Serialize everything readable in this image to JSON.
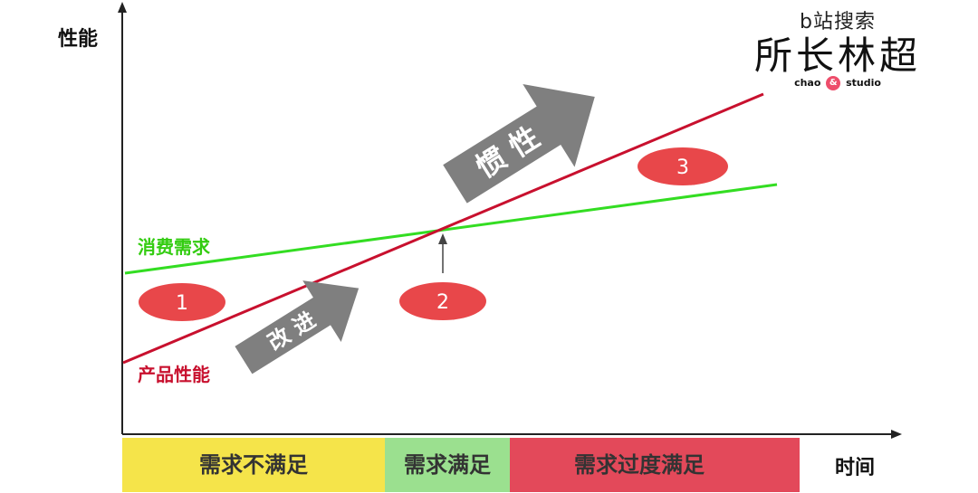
{
  "axes": {
    "y_label": "性能",
    "x_label": "时间"
  },
  "lines": {
    "demand_label": "消费需求",
    "performance_label": "产品性能"
  },
  "arrows": {
    "improve_label": "改 进",
    "inertia_label": "惯 性"
  },
  "markers": {
    "one": "1",
    "two": "2",
    "three": "3"
  },
  "zones": {
    "unmet": "需求不满足",
    "met": "需求满足",
    "over": "需求过度满足"
  },
  "brand": {
    "top": "b站搜索",
    "main": "所长林超",
    "sub_left": "chao",
    "sub_amp": "&",
    "sub_right": "studio"
  },
  "colors": {
    "demand_line": "#33dd22",
    "performance_line": "#c8102e",
    "marker_fill": "#e8474a",
    "zone_unmet": "#f5e44a",
    "zone_met": "#9be08f",
    "zone_over": "#e3495a",
    "arrow_fill": "#7f7f7f"
  }
}
